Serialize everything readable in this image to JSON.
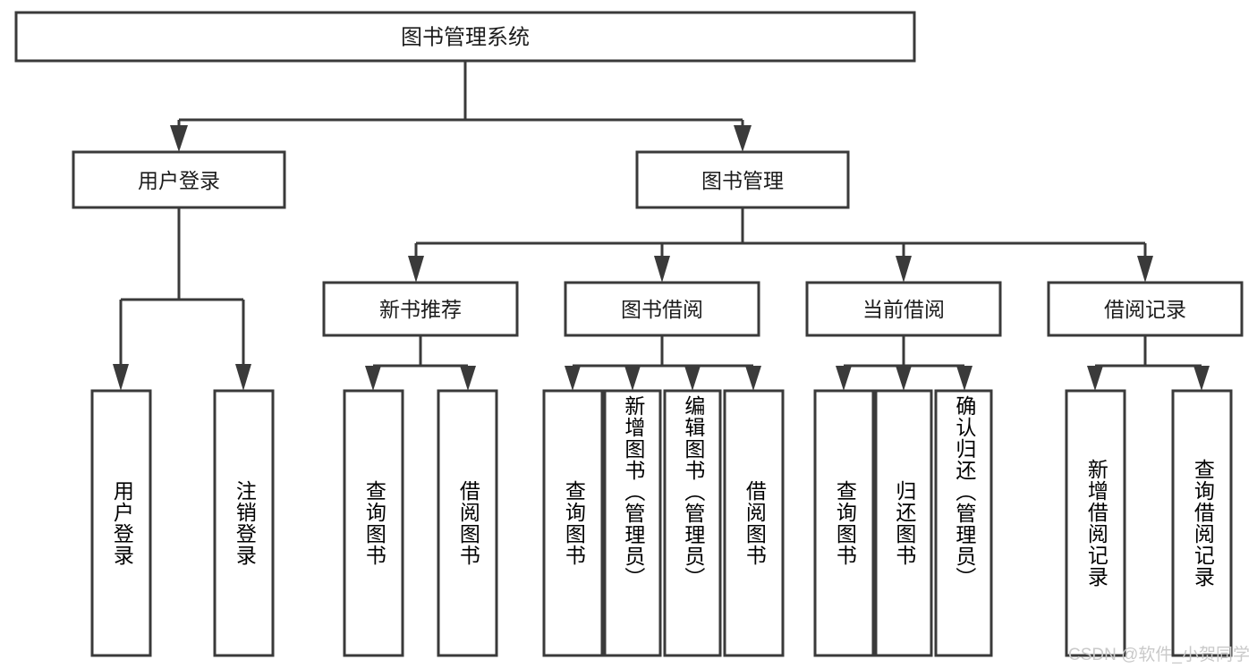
{
  "diagram": {
    "title": "图书管理系统",
    "type": "hierarchy-tree",
    "root": {
      "label": "图书管理系统"
    },
    "level1": [
      {
        "label": "用户登录"
      },
      {
        "label": "图书管理"
      }
    ],
    "level2": [
      {
        "label": "新书推荐"
      },
      {
        "label": "图书借阅"
      },
      {
        "label": "当前借阅"
      },
      {
        "label": "借阅记录"
      }
    ],
    "leaves": {
      "user_login": [
        {
          "label": "用户登录"
        },
        {
          "label": "注销登录"
        }
      ],
      "new_book_recommend": [
        {
          "label": "查询图书"
        },
        {
          "label": "借阅图书"
        }
      ],
      "book_borrow": [
        {
          "label": "查询图书"
        },
        {
          "label": "新增图书（管理员）"
        },
        {
          "label": "编辑图书（管理员）"
        },
        {
          "label": "借阅图书"
        }
      ],
      "current_borrow": [
        {
          "label": "查询图书"
        },
        {
          "label": "归还图书"
        },
        {
          "label": "确认归还（管理员）"
        }
      ],
      "borrow_record": [
        {
          "label": "新增借阅记录"
        },
        {
          "label": "查询借阅记录"
        }
      ]
    }
  },
  "watermark": {
    "text": "CSDN @软件_小贺同学"
  },
  "colors": {
    "stroke": "#3a3a3a",
    "background": "#ffffff",
    "text": "#1c1c1c",
    "watermark": "#c9c9c9"
  }
}
